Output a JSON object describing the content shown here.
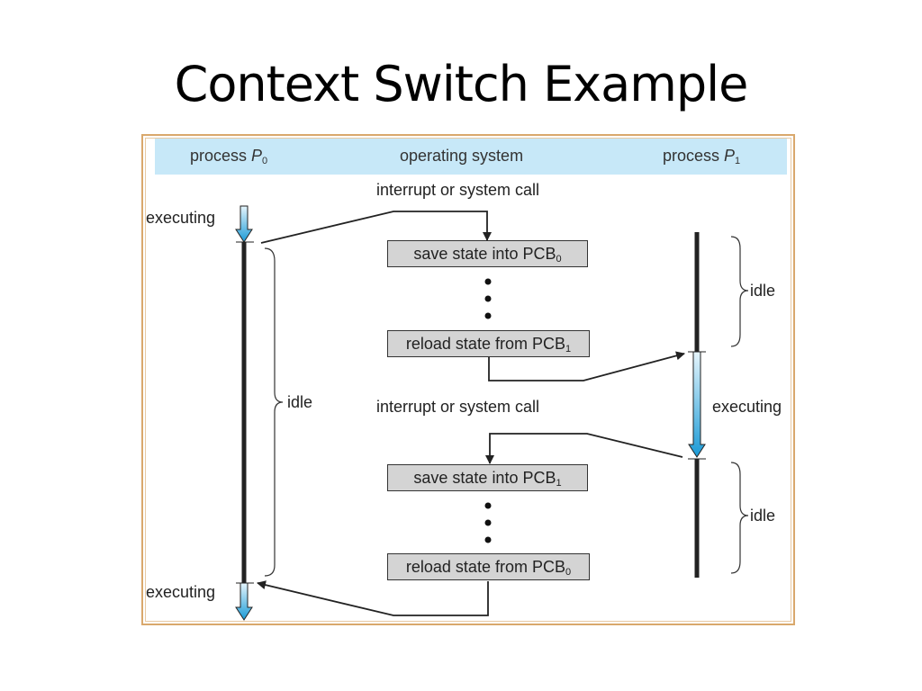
{
  "slide": {
    "title": "Context Switch Example"
  },
  "header": {
    "process_p0": {
      "label": "process ",
      "name": "P",
      "sub": "0"
    },
    "os": {
      "label": "operating system"
    },
    "process_p1": {
      "label": "process ",
      "name": "P",
      "sub": "1"
    }
  },
  "labels": {
    "interrupt_1": "interrupt or system call",
    "interrupt_2": "interrupt or system call",
    "p0_executing_top": "executing",
    "p0_executing_bottom": "executing",
    "p0_idle": "idle",
    "p1_idle_top": "idle",
    "p1_executing": "executing",
    "p1_idle_bottom": "idle"
  },
  "boxes": {
    "save_pcb0": {
      "text": "save state into PCB",
      "sub": "0"
    },
    "reload_pcb1": {
      "text": "reload state from PCB",
      "sub": "1"
    },
    "save_pcb1": {
      "text": "save state into PCB",
      "sub": "1"
    },
    "reload_pcb0": {
      "text": "reload state from PCB",
      "sub": "0"
    }
  },
  "colors": {
    "header_band": "#c7e8f8",
    "arrow_blue": "#1a9ad6",
    "box_fill": "#d4d4d4",
    "frame": "#d9a86c"
  }
}
